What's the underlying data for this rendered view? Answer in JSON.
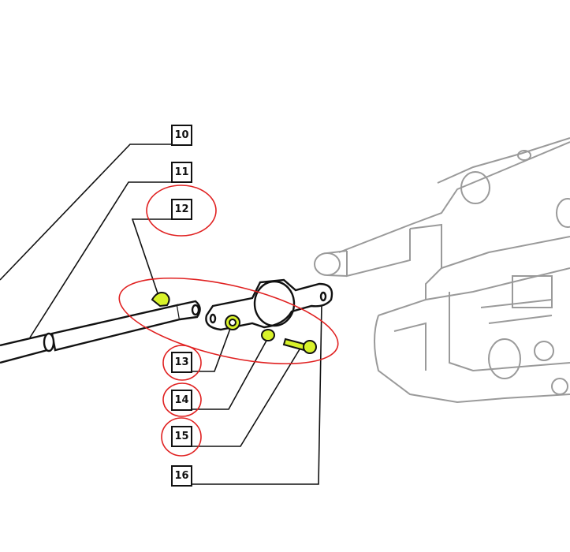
{
  "callouts": [
    {
      "number": "10",
      "highlighted": false
    },
    {
      "number": "11",
      "highlighted": false
    },
    {
      "number": "12",
      "highlighted": true
    },
    {
      "number": "13",
      "highlighted": true
    },
    {
      "number": "14",
      "highlighted": true
    },
    {
      "number": "15",
      "highlighted": true
    },
    {
      "number": "16",
      "highlighted": false
    }
  ],
  "colors": {
    "highlight_circle": "#e02020",
    "part_highlight": "#d8f22a",
    "line": "#111111",
    "gearbox": "#9a9a9a"
  }
}
